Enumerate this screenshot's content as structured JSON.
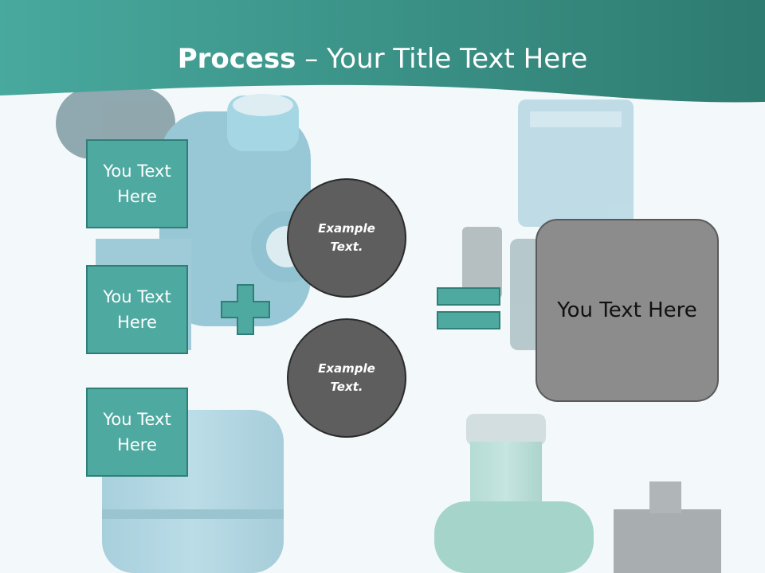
{
  "slide": {
    "title_bold": "Process",
    "title_rest": " – Your Title Text Here",
    "colors": {
      "header": "#3b9a8f",
      "box_fill": "#4ea9a0",
      "circle_fill": "#5e5e5e",
      "result_fill": "#8c8c8c"
    }
  },
  "boxes": [
    {
      "label": "You Text Here"
    },
    {
      "label": "You Text Here"
    },
    {
      "label": "You Text Here"
    }
  ],
  "circles": [
    {
      "label": "Example Text."
    },
    {
      "label": "Example Text."
    }
  ],
  "result": {
    "label": "You Text Here"
  },
  "icons": {
    "plus": "plus-icon",
    "equals": "equals-icon"
  }
}
